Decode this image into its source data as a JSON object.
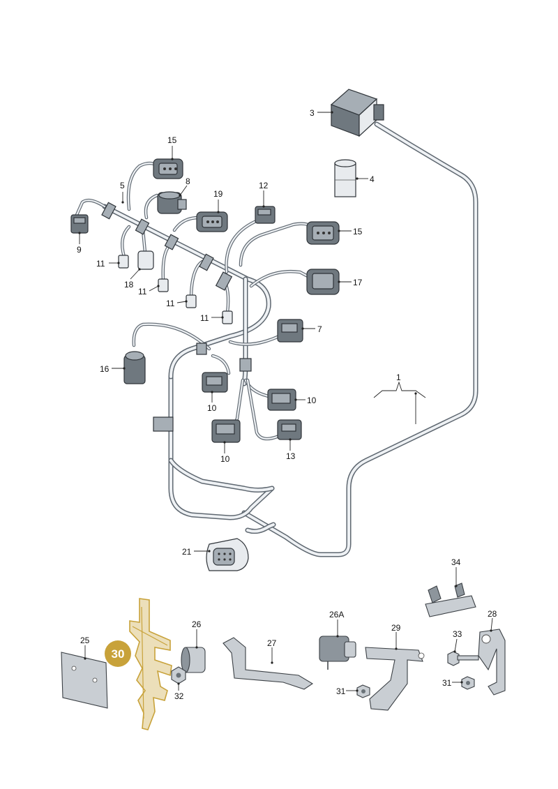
{
  "diagram": {
    "highlight_color": "#c8a23a",
    "labels": {
      "l1": "1",
      "l3": "3",
      "l4": "4",
      "l5": "5",
      "l7": "7",
      "l8": "8",
      "l9": "9",
      "l10a": "10",
      "l10b": "10",
      "l10c": "10",
      "l11a": "11",
      "l11b": "11",
      "l11c": "11",
      "l11d": "11",
      "l12": "12",
      "l13": "13",
      "l15a": "15",
      "l15b": "15",
      "l16": "16",
      "l17": "17",
      "l18": "18",
      "l19": "19",
      "l21": "21",
      "l25": "25",
      "l26": "26",
      "l26a": "26A",
      "l27": "27",
      "l28": "28",
      "l29": "29",
      "l30": "30",
      "l31a": "31",
      "l31b": "31",
      "l32": "32",
      "l33": "33",
      "l34": "34"
    }
  }
}
